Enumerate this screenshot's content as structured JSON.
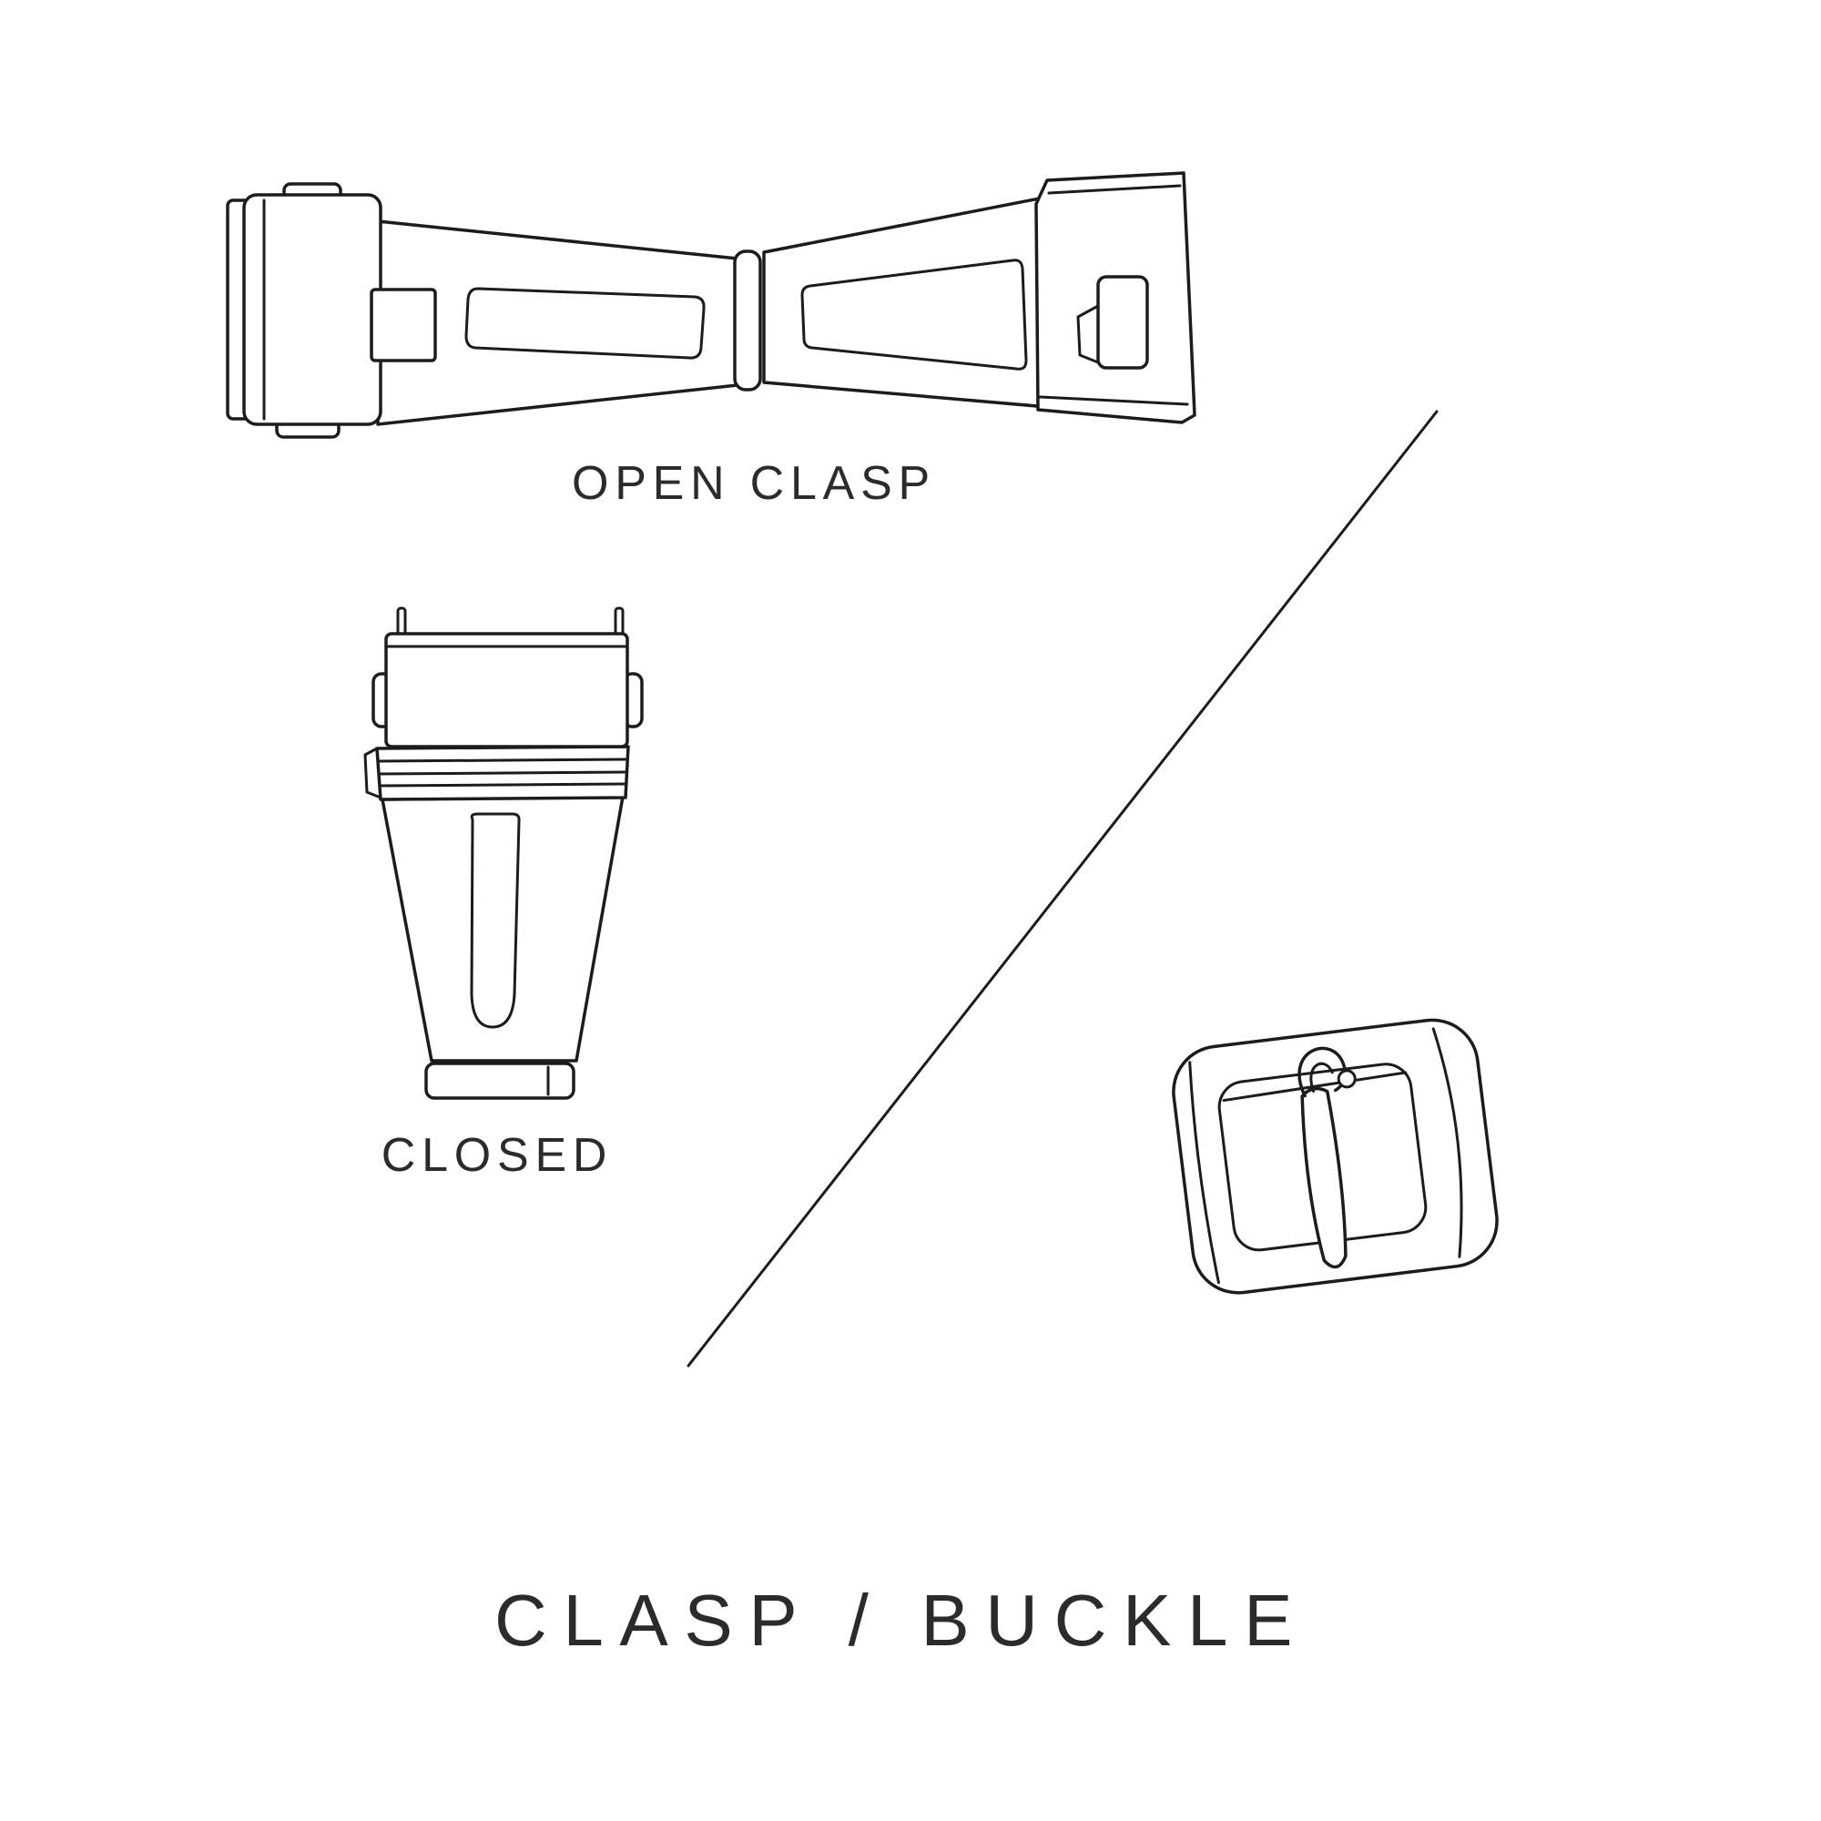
{
  "title": "CLASP / BUCKLE",
  "labels": {
    "open_clasp": "OPEN CLASP",
    "closed": "CLOSED"
  },
  "illustrations": {
    "open_clasp": "open-clasp-illustration",
    "closed_clasp": "closed-clasp-illustration",
    "tang_buckle": "tang-buckle-illustration",
    "divider": "diagonal-divider-line"
  },
  "colors": {
    "background": "#ffffff",
    "line": "#1c1c1c",
    "text": "#2b2b2b"
  }
}
